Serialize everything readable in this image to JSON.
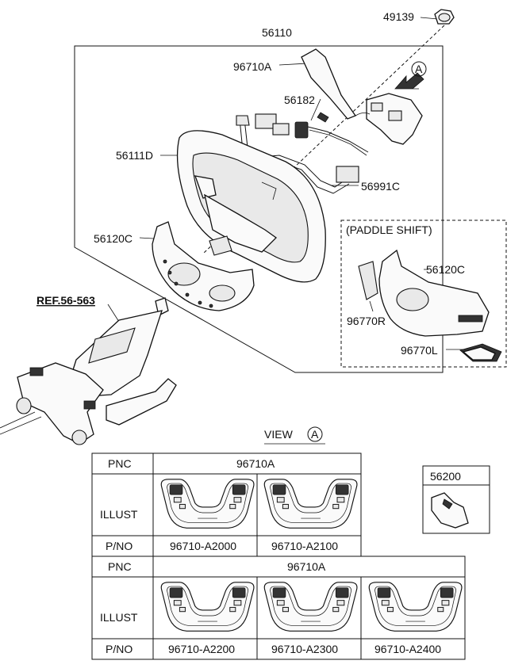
{
  "callouts": {
    "nut": "49139",
    "assembly": "56110",
    "cover": "96710A",
    "view_marker": "A",
    "cable": "56182",
    "wheel": "56111D",
    "harness": "56991C",
    "bottom_cover": "56120C",
    "ref": "REF.56-563",
    "paddle_title": "(PADDLE SHIFT)",
    "paddle_cover": "56120C",
    "paddle_right": "96770R",
    "paddle_left": "96770L",
    "small_part": "56200"
  },
  "view": {
    "label": "VIEW",
    "marker": "A"
  },
  "table1": {
    "pnc_header": "PNC",
    "pnc_value": "96710A",
    "illust_header": "ILLUST",
    "pno_header": "P/NO",
    "parts": [
      "96710-A2000",
      "96710-A2100"
    ]
  },
  "table2": {
    "pnc_header": "PNC",
    "pnc_value": "96710A",
    "illust_header": "ILLUST",
    "pno_header": "P/NO",
    "parts": [
      "96710-A2200",
      "96710-A2300",
      "96710-A2400"
    ]
  },
  "icons": {
    "switch_illustration": "steering-switch-icon",
    "direction_arrow": "arrow-icon"
  }
}
